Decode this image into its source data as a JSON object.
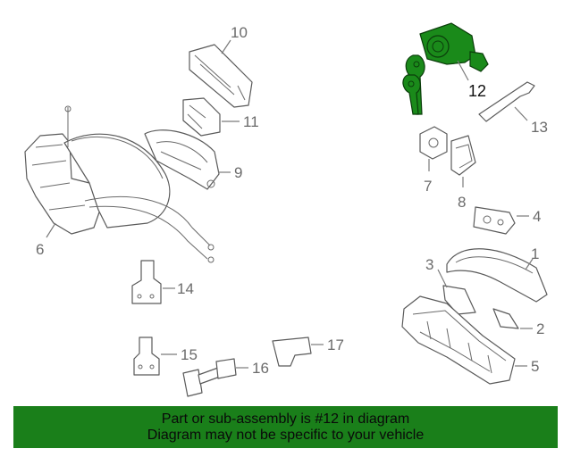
{
  "banner": {
    "line1": "Part or sub-assembly is #12 in diagram",
    "line2": "Diagram may not be specific to your vehicle",
    "background": "#1a7f1a"
  },
  "highlight_color": "#1a8a1a",
  "callouts": {
    "c1": "1",
    "c2": "2",
    "c3": "3",
    "c4": "4",
    "c5": "5",
    "c6": "6",
    "c7": "7",
    "c8": "8",
    "c9": "9",
    "c10": "10",
    "c11": "11",
    "c12": "12",
    "c13": "13",
    "c14": "14",
    "c15": "15",
    "c16": "16",
    "c17": "17"
  }
}
